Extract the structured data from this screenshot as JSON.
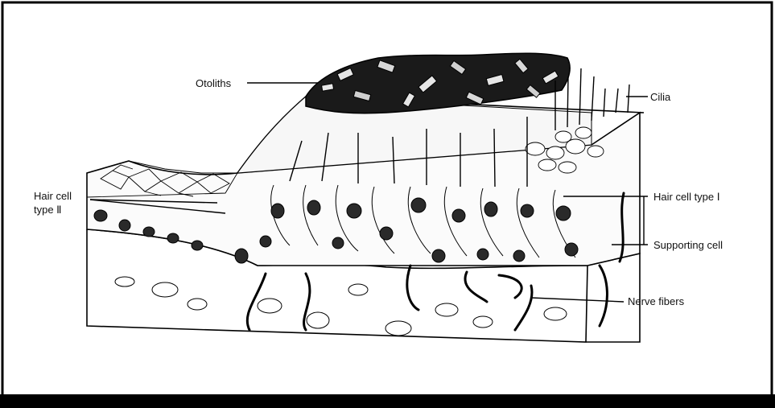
{
  "labels": {
    "otoliths": "Otoliths",
    "cilia": "Cilia",
    "hair_cell_type_2_line1": "Hair cell",
    "hair_cell_type_2_line2": "type Ⅱ",
    "hair_cell_type_1": "Hair cell type Ⅰ",
    "supporting_cell": "Supporting cell",
    "nerve_fibers": "Nerve fibers"
  }
}
